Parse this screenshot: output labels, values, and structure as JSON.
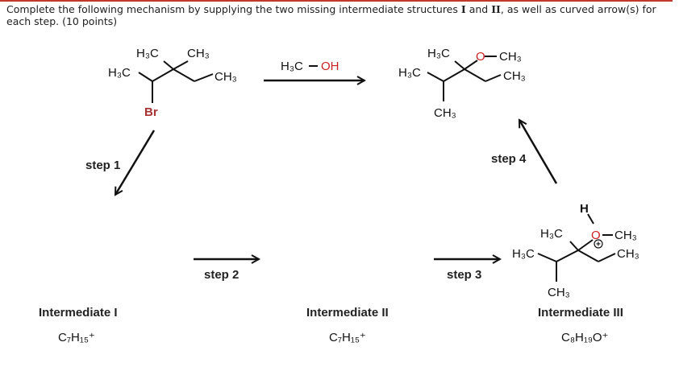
{
  "question": {
    "pre": "Complete the following mechanism by supplying the two missing intermediate structures ",
    "roman1": "I",
    "mid": " and ",
    "roman2": "II",
    "post": ", as well as curved arrow(s) for each step.  (10 points)"
  },
  "steps": [
    "step 1",
    "step 2",
    "step 3",
    "step 4"
  ],
  "reagent": {
    "left": "H₃C",
    "dash": "–",
    "right": "OH"
  },
  "start": {
    "labels": [
      "H₃C",
      "CH₃",
      "H₃C",
      "CH₃",
      "Br"
    ]
  },
  "product": {
    "labels": [
      "H₃C",
      "O",
      "CH₃",
      "H₃C",
      "CH₃",
      "CH₃"
    ]
  },
  "int3": {
    "labels": [
      "H",
      "H₃C",
      "O",
      "CH₃",
      "H₃C",
      "CH₃",
      "CH₃"
    ],
    "charge": "+"
  },
  "intermediates": [
    {
      "name": "Intermediate I",
      "formula": "C₇H₁₅⁺"
    },
    {
      "name": "Intermediate II",
      "formula": "C₇H₁₅⁺"
    },
    {
      "name": "Intermediate III",
      "formula": "C₈H₁₉O⁺"
    }
  ],
  "colors": {
    "bromine": "#a83232",
    "oxygen": "#cc1f1f",
    "rule": "#c0392b"
  }
}
